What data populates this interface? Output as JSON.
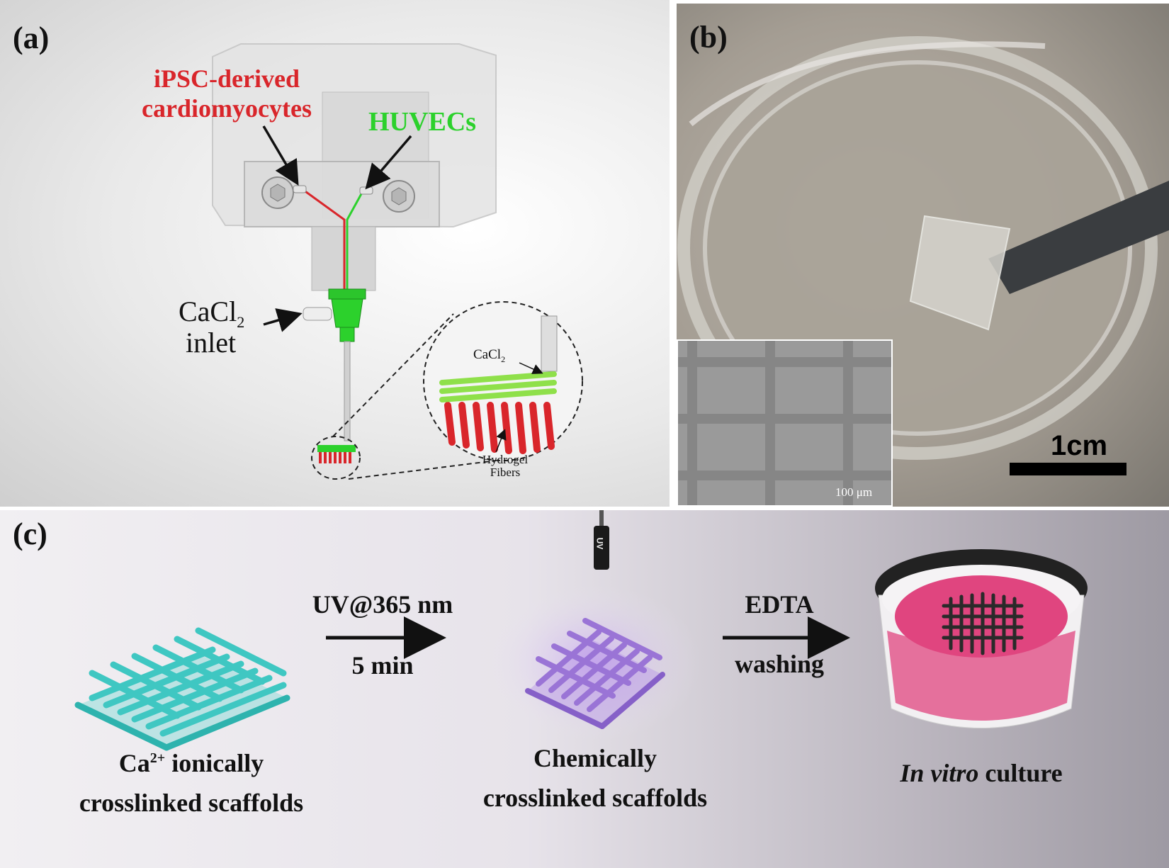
{
  "panel_a": {
    "label": "(a)",
    "ipsc_line1": "iPSC-derived",
    "ipsc_line2": "cardiomyocytes",
    "huvecs": "HUVECs",
    "cacl2_main": "CaCl",
    "cacl2_sub": "2",
    "inlet": "inlet",
    "zoom_cacl2_main": "CaCl",
    "zoom_cacl2_sub": "2",
    "hydrogel_line1": "Hydrogel",
    "hydrogel_line2": "Fibers",
    "colors": {
      "red": "#d9262b",
      "green": "#2cd12c"
    }
  },
  "panel_b": {
    "label": "(b)",
    "scale_bar": "1cm",
    "inset_scale": "100 μm"
  },
  "panel_c": {
    "label": "(c)",
    "uv_condition": "UV@365 nm",
    "uv_time": "5 min",
    "edta_1": "EDTA",
    "edta_2": "washing",
    "uv_lamp_text": "UV",
    "step1_ion": "Ca",
    "step1_sup": "2+",
    "step1_rest": " ionically",
    "step1_line2": "crosslinked scaffolds",
    "step2_line1": "Chemically",
    "step2_line2": "crosslinked scaffolds",
    "step3_italic": "In vitro",
    "step3_rest": " culture",
    "colors": {
      "teal": "#3fc7c2",
      "purple": "#9a74d6",
      "pink": "#e0457f"
    }
  }
}
